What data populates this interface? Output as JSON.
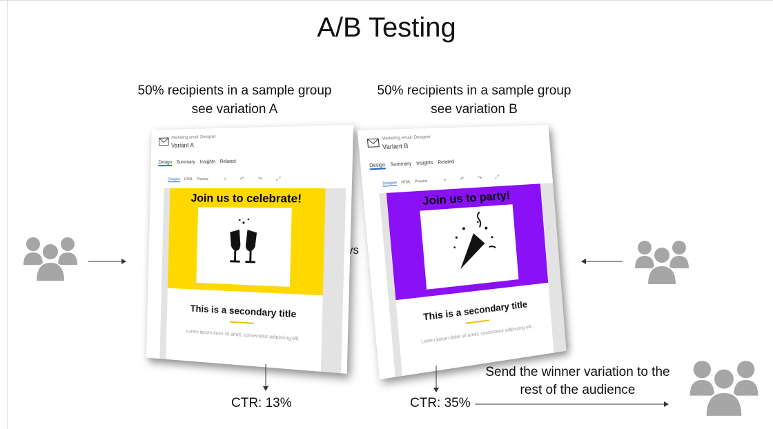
{
  "slide": {
    "title": "A/B Testing",
    "vs_label": "vs",
    "winner_text": "Send the winner variation to the rest of the audience"
  },
  "variant_a": {
    "caption_line1": "50% recipients in a sample group",
    "caption_line2": "see variation A",
    "ctr": "CTR: 13%",
    "mockup": {
      "breadcrumb": "Marketing email: Designer",
      "name": "Variant A",
      "tabs": [
        "Design",
        "Summary",
        "Insights",
        "Related"
      ],
      "subtabs": [
        "Designer",
        "HTML",
        "Preview"
      ],
      "headline": "Join us to celebrate!",
      "image_icon": "champagne-glasses-icon",
      "secondary_title": "This is a secondary title",
      "body_text": "Lorem ipsum dolor sit amet, consectetur adipiscing elit.",
      "banner_color": "#ffd800"
    }
  },
  "variant_b": {
    "caption_line1": "50% recipients in a sample group",
    "caption_line2": "see variation B",
    "ctr": "CTR: 35%",
    "mockup": {
      "breadcrumb": "Marketing email: Designer",
      "name": "Variant B",
      "tabs": [
        "Design",
        "Summary",
        "Insights",
        "Related"
      ],
      "subtabs": [
        "Designer",
        "HTML",
        "Preview"
      ],
      "headline": "Join us to party!",
      "image_icon": "party-popper-icon",
      "secondary_title": "This is a secondary title",
      "body_text": "Lorem ipsum dolor sit amet, consectetur adipiscing elit.",
      "banner_color": "#8a10f5"
    }
  },
  "icons": {
    "audience_group": "people-group-icon",
    "mail": "envelope-icon",
    "arrow": "arrow-icon",
    "group_color": "#a6a6a6"
  }
}
